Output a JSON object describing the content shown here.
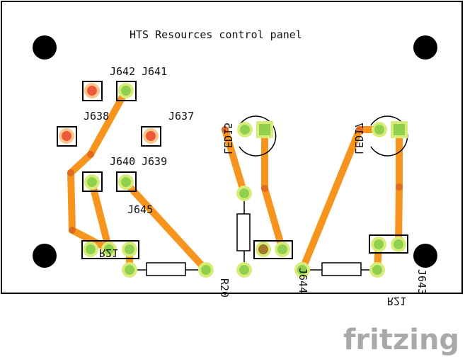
{
  "board": {
    "title": "HTS Resources control panel",
    "colors": {
      "board": "#ffffff",
      "outline": "#000000",
      "trace": "#f7941d",
      "pad_ring": "#b8e068",
      "pad_fill": "#8fd14f",
      "pad_hot": "#f05a3a",
      "silk": "#111111",
      "watermark": "#a9a9a9"
    }
  },
  "labels": {
    "j642": "J642",
    "j641": "J641",
    "j638": "J638",
    "j637": "J637",
    "j640": "J640",
    "j639": "J639",
    "j645": "J645",
    "led15": "LED15",
    "led17": "LED17",
    "r20": "R20",
    "r21": "R21",
    "j644": "J644",
    "j643": "J643"
  },
  "watermark": "fritzing"
}
